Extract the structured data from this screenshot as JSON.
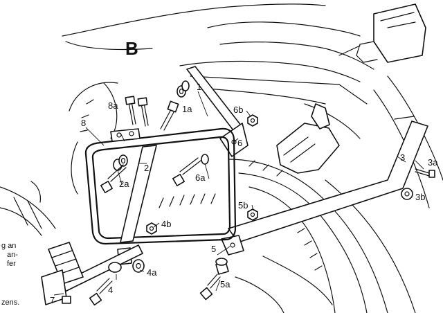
{
  "section_letter": "B",
  "part_labels": {
    "p1": "1",
    "p1a": "1a",
    "p2": "2",
    "p2a": "2a",
    "p3": "3",
    "p3a": "3a",
    "p3b": "3b",
    "p4": "4",
    "p4a": "4a",
    "p4b": "4b",
    "p5": "5",
    "p5a": "5a",
    "p5b": "5b",
    "p6": "6",
    "p6a": "6a",
    "p6b": "6b",
    "p7": "7",
    "p8": "8",
    "p8a": "8a"
  },
  "side_text_fragments": [
    "g an",
    "an-",
    "fer",
    "zens."
  ]
}
